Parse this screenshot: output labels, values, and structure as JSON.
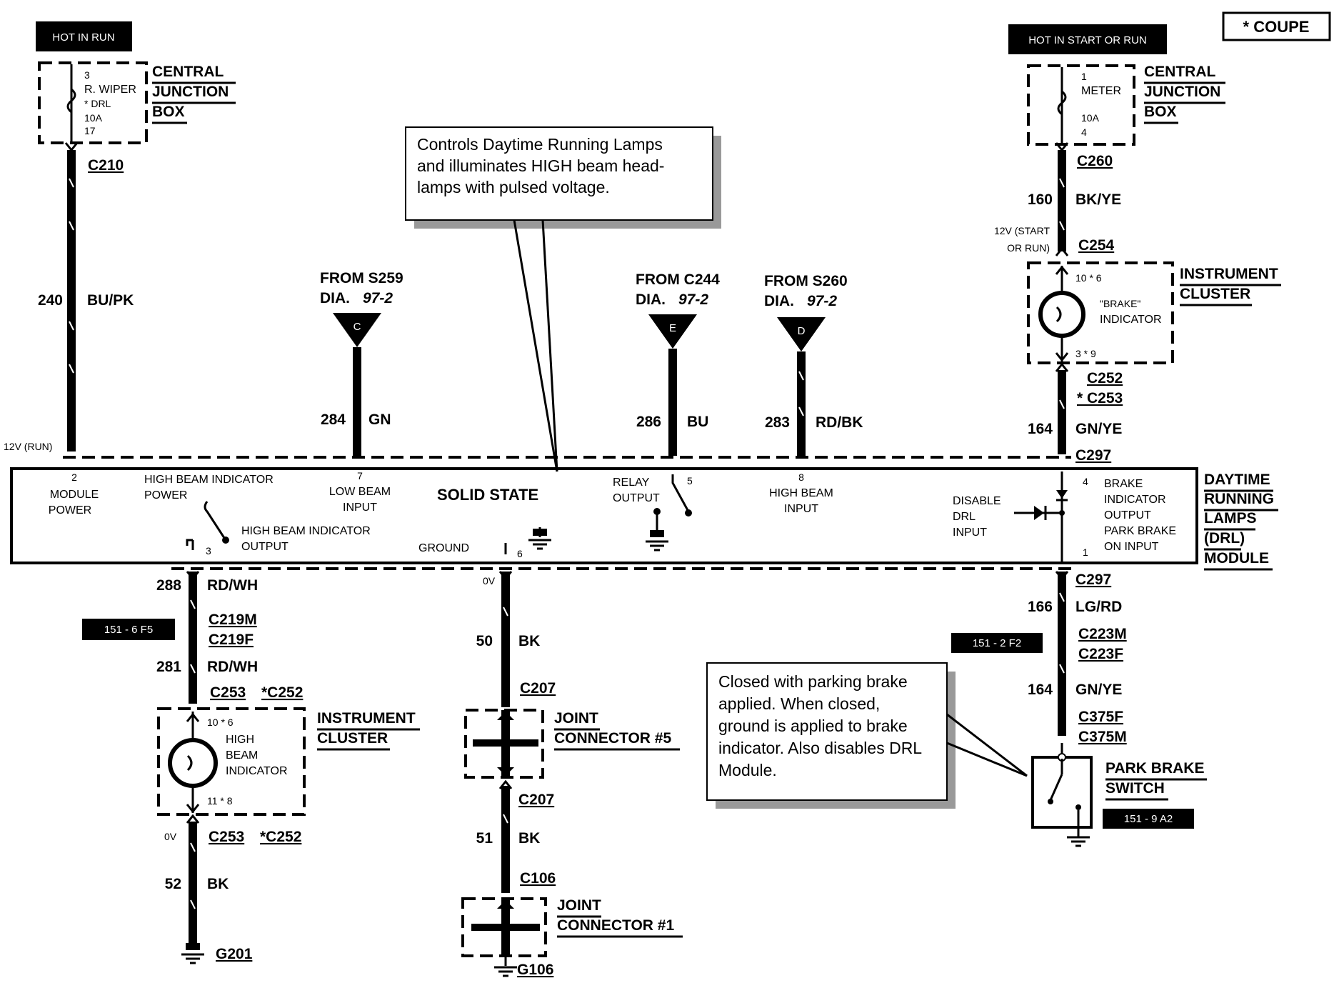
{
  "legend": {
    "coupe": "* COUPE"
  },
  "power_labels": {
    "left": "HOT IN RUN",
    "right": "HOT IN START OR RUN"
  },
  "cjb_left": {
    "label": [
      "CENTRAL",
      "JUNCTION",
      "BOX"
    ],
    "fuse": [
      "3",
      "R. WIPER",
      "* DRL",
      "10A",
      "17"
    ]
  },
  "cjb_right": {
    "label": [
      "CENTRAL",
      "JUNCTION",
      "BOX"
    ],
    "fuse": [
      "1",
      "METER",
      "10A",
      "4"
    ]
  },
  "callouts": {
    "top": [
      "Controls Daytime Running Lamps",
      "and illuminates HIGH beam head-",
      "lamps with pulsed voltage."
    ],
    "bottom": [
      "Closed with parking brake",
      "applied. When closed,",
      "ground is applied to brake",
      "indicator. Also disables DRL",
      "Module."
    ]
  },
  "from_refs": [
    {
      "from": "FROM S259",
      "dia": "DIA.",
      "page": "97-2",
      "letter": "C"
    },
    {
      "from": "FROM C244",
      "dia": "DIA.",
      "page": "97-2",
      "letter": "E"
    },
    {
      "from": "FROM S260",
      "dia": "DIA.",
      "page": "97-2",
      "letter": "D"
    }
  ],
  "wires": {
    "w240": {
      "circuit": "240",
      "color": "BU/PK"
    },
    "w284": {
      "circuit": "284",
      "color": "GN"
    },
    "w286": {
      "circuit": "286",
      "color": "BU"
    },
    "w283": {
      "circuit": "283",
      "color": "RD/BK"
    },
    "w160": {
      "circuit": "160",
      "color": "BK/YE"
    },
    "w164a": {
      "circuit": "164",
      "color": "GN/YE"
    },
    "w288": {
      "circuit": "288",
      "color": "RD/WH"
    },
    "w281": {
      "circuit": "281",
      "color": "RD/WH"
    },
    "w52": {
      "circuit": "52",
      "color": "BK"
    },
    "w50": {
      "circuit": "50",
      "color": "BK"
    },
    "w51": {
      "circuit": "51",
      "color": "BK"
    },
    "w166": {
      "circuit": "166",
      "color": "LG/RD"
    },
    "w164b": {
      "circuit": "164",
      "color": "GN/YE"
    }
  },
  "connectors": {
    "c210": "C210",
    "c260": "C260",
    "c254": "C254",
    "c252": "C252",
    "c253s": "* C253",
    "c297a": "C297",
    "c297b": "C297",
    "c219m": "C219M",
    "c219f": "C219F",
    "c253a": "C253",
    "c252a": "*C252",
    "c253b": "C253",
    "c252b": "*C252",
    "c207a": "C207",
    "c207b": "C207",
    "c106": "C106",
    "c223m": "C223M",
    "c223f": "C223F",
    "c375f": "C375F",
    "c375m": "C375M"
  },
  "grounds": {
    "g201": "G201",
    "g106": "G106"
  },
  "voltages": {
    "run": "12V (RUN)",
    "start_run": [
      "12V (START",
      "OR RUN)"
    ],
    "ov1": "0V",
    "ov2": "0V"
  },
  "ic_right": {
    "label": [
      "INSTRUMENT",
      "CLUSTER"
    ],
    "pin_top": "10 * 6",
    "text": [
      "\"BRAKE\"",
      "INDICATOR"
    ],
    "pin_bottom": "3 * 9"
  },
  "ic_left": {
    "label": [
      "INSTRUMENT",
      "CLUSTER"
    ],
    "pin_top": "10 * 6",
    "text": [
      "HIGH",
      "BEAM",
      "INDICATOR"
    ],
    "pin_bottom": "11 * 8"
  },
  "module": {
    "label": [
      "DAYTIME",
      "RUNNING",
      "LAMPS",
      "(DRL)",
      "MODULE"
    ],
    "solid_state": "SOLID STATE",
    "pins": {
      "p2": {
        "num": "2",
        "name": [
          "MODULE",
          "POWER"
        ]
      },
      "hbip": {
        "name": [
          "HIGH BEAM INDICATOR",
          "POWER"
        ]
      },
      "p7": {
        "num": "7",
        "name": [
          "LOW BEAM",
          "INPUT"
        ]
      },
      "relay": {
        "num": "5",
        "name": [
          "RELAY",
          "OUTPUT"
        ]
      },
      "p8": {
        "num": "8",
        "name": [
          "HIGH BEAM",
          "INPUT"
        ]
      },
      "disable": {
        "name": [
          "DISABLE",
          "DRL",
          "INPUT"
        ]
      },
      "p4": {
        "num": "4",
        "name": [
          "BRAKE",
          "INDICATOR",
          "OUTPUT",
          "PARK BRAKE",
          "ON INPUT"
        ],
        "num2": "1"
      },
      "hbio": {
        "num": "3",
        "name": [
          "HIGH BEAM INDICATOR",
          "OUTPUT"
        ]
      },
      "gnd": {
        "num": "6",
        "name": "GROUND"
      }
    }
  },
  "joints": {
    "j5": [
      "JOINT",
      "CONNECTOR #5"
    ],
    "j1": [
      "JOINT",
      "CONNECTOR #1"
    ]
  },
  "switch": {
    "label": [
      "PARK BRAKE",
      "SWITCH"
    ]
  },
  "page_refs": {
    "r1": "151 - 6 F5",
    "r2": "151 - 2 F2",
    "r3": "151 - 9 A2"
  }
}
